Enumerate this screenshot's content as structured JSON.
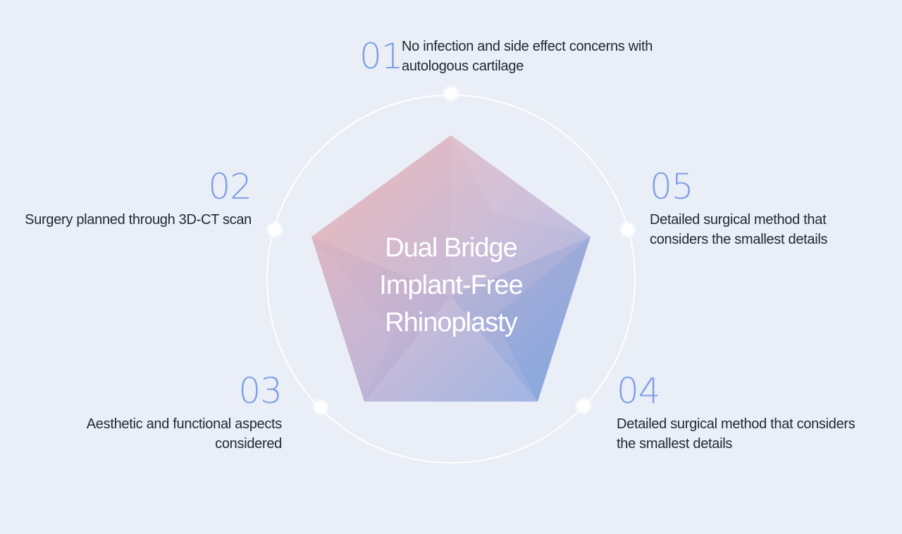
{
  "title": {
    "line1": "Dual Bridge",
    "line2": "Implant-Free",
    "line3": "Rhinoplasty"
  },
  "points": [
    {
      "number": "01",
      "text": "No infection and side effect concerns with autologous cartilage"
    },
    {
      "number": "02",
      "text": "Surgery planned through 3D-CT scan"
    },
    {
      "number": "03",
      "text": "Aesthetic and functional aspects considered"
    },
    {
      "number": "04",
      "text": "Detailed surgical method that considers the smallest details"
    },
    {
      "number": "05",
      "text": "Detailed surgical method that considers the smallest details"
    }
  ],
  "colors": {
    "background": "#eaeef7",
    "number": "#7fa0e6",
    "text": "#222831",
    "pentagon_pink": "#eab3b6",
    "pentagon_blue": "#8fb0e4"
  }
}
